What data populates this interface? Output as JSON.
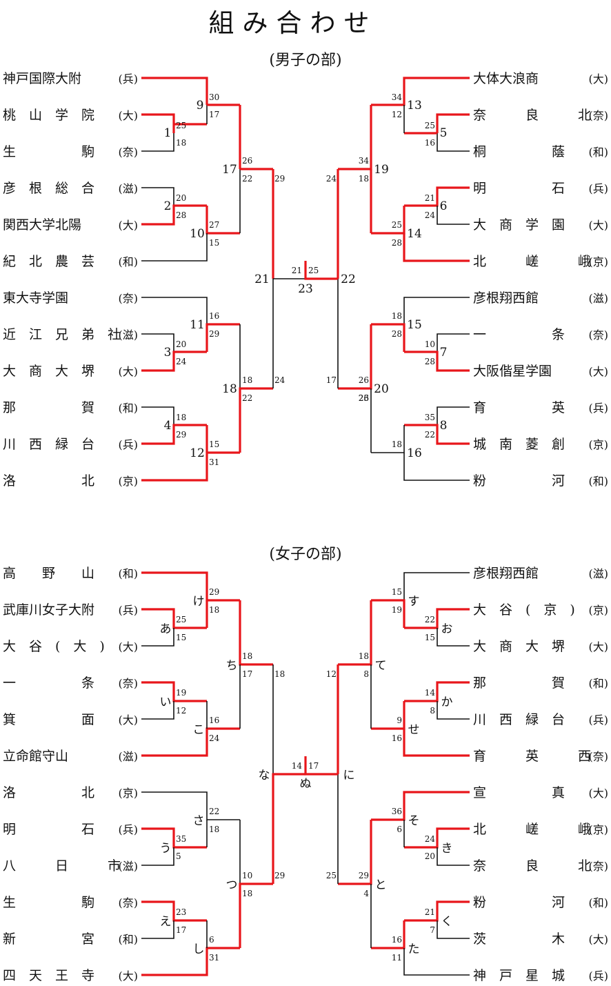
{
  "title": "組み合わせ",
  "colors": {
    "winner": "#e8161b",
    "line": "#111111"
  },
  "men": {
    "heading": "(男子の部)",
    "left_teams": [
      {
        "name": "神戸国際大附",
        "pref": "(兵)"
      },
      {
        "name": "桃　山　学　院",
        "pref": "(大)"
      },
      {
        "name": "生　　　　　駒",
        "pref": "(奈)"
      },
      {
        "name": "彦　根　総　合",
        "pref": "(滋)"
      },
      {
        "name": "関西大学北陽",
        "pref": "(大)"
      },
      {
        "name": "紀　北　農　芸",
        "pref": "(和)"
      },
      {
        "name": "東大寺学園",
        "pref": "(奈)"
      },
      {
        "name": "近　江　兄　弟　社",
        "pref": "(滋)"
      },
      {
        "name": "大　商　大　堺",
        "pref": "(大)"
      },
      {
        "name": "那　　　　　賀",
        "pref": "(和)"
      },
      {
        "name": "川　西　緑　台",
        "pref": "(兵)"
      },
      {
        "name": "洛　　　　　北",
        "pref": "(京)"
      }
    ],
    "right_teams": [
      {
        "name": "大体大浪商",
        "pref": "(大)"
      },
      {
        "name": "奈　　　良　　　北",
        "pref": "(奈)"
      },
      {
        "name": "桐　　　　　蔭",
        "pref": "(和)"
      },
      {
        "name": "明　　　　　石",
        "pref": "(兵)"
      },
      {
        "name": "大　商　学　園",
        "pref": "(大)"
      },
      {
        "name": "北　　　嵯　　　峨",
        "pref": "(京)"
      },
      {
        "name": "彦根翔西館",
        "pref": "(滋)"
      },
      {
        "name": "一　　　　　条",
        "pref": "(奈)"
      },
      {
        "name": "大阪偕星学園",
        "pref": "(大)"
      },
      {
        "name": "育　　　　　英",
        "pref": "(兵)"
      },
      {
        "name": "城　南　菱　創",
        "pref": "(京)"
      },
      {
        "name": "粉　　　　　河",
        "pref": "(和)"
      }
    ],
    "match_labels": [
      "1",
      "2",
      "3",
      "4",
      "5",
      "6",
      "7",
      "8",
      "9",
      "10",
      "11",
      "12",
      "13",
      "14",
      "15",
      "16",
      "17",
      "18",
      "19",
      "20",
      "21",
      "22",
      "23"
    ],
    "scores": [
      "30",
      "17",
      "25",
      "18",
      "20",
      "28",
      "27",
      "15",
      "26",
      "22",
      "29",
      "16",
      "29",
      "20",
      "24",
      "18",
      "22",
      "15",
      "31",
      "18",
      "29",
      "24",
      "21",
      "25",
      "34",
      "12",
      "25",
      "16",
      "34",
      "18",
      "24",
      "25",
      "21",
      "24",
      "28",
      "18",
      "28",
      "10",
      "28",
      "26",
      "35",
      "22",
      "18",
      "26",
      "17",
      "23"
    ]
  },
  "women": {
    "heading": "(女子の部)",
    "left_teams": [
      {
        "name": "高　　野　　山",
        "pref": "(和)"
      },
      {
        "name": "武庫川女子大附",
        "pref": "(兵)"
      },
      {
        "name": "大　谷　(　大　)",
        "pref": "(大)"
      },
      {
        "name": "一　　　　　条",
        "pref": "(奈)"
      },
      {
        "name": "箕　　　　　面",
        "pref": "(大)"
      },
      {
        "name": "立命館守山",
        "pref": "(滋)"
      },
      {
        "name": "洛　　　　　北",
        "pref": "(京)"
      },
      {
        "name": "明　　　　　石",
        "pref": "(兵)"
      },
      {
        "name": "八　　　日　　　市",
        "pref": "(滋)"
      },
      {
        "name": "生　　　　　駒",
        "pref": "(奈)"
      },
      {
        "name": "新　　　　　宮",
        "pref": "(和)"
      },
      {
        "name": "四　天　王　寺",
        "pref": "(大)"
      }
    ],
    "right_teams": [
      {
        "name": "彦根翔西館",
        "pref": "(滋)"
      },
      {
        "name": "大　谷　(　京　)",
        "pref": "(京)"
      },
      {
        "name": "大　商　大　堺",
        "pref": "(大)"
      },
      {
        "name": "那　　　　　賀",
        "pref": "(和)"
      },
      {
        "name": "川　西　緑　台",
        "pref": "(兵)"
      },
      {
        "name": "育　　　英　　　西",
        "pref": "(奈)"
      },
      {
        "name": "宣　　　　　真",
        "pref": "(大)"
      },
      {
        "name": "北　　　嵯　　　峨",
        "pref": "(京)"
      },
      {
        "name": "奈　　　良　　　北",
        "pref": "(奈)"
      },
      {
        "name": "粉　　　　　河",
        "pref": "(和)"
      },
      {
        "name": "茨　　　　　木",
        "pref": "(大)"
      },
      {
        "name": "神　戸　星　城",
        "pref": "(兵)"
      }
    ],
    "match_labels": [
      "あ",
      "い",
      "う",
      "え",
      "け",
      "こ",
      "さ",
      "し",
      "ち",
      "つ",
      "な",
      "お",
      "か",
      "き",
      "く",
      "す",
      "せ",
      "そ",
      "た",
      "て",
      "と",
      "に",
      "ぬ"
    ],
    "scores": [
      "29",
      "18",
      "25",
      "15",
      "19",
      "12",
      "16",
      "24",
      "22",
      "18",
      "35",
      "5",
      "23",
      "17",
      "6",
      "31",
      "18",
      "17",
      "18",
      "10",
      "18",
      "29",
      "14",
      "17",
      "15",
      "19",
      "22",
      "15",
      "14",
      "8",
      "9",
      "16",
      "36",
      "6",
      "24",
      "20",
      "21",
      "7",
      "16",
      "11",
      "18",
      "8",
      "29",
      "4",
      "12",
      "25"
    ]
  }
}
